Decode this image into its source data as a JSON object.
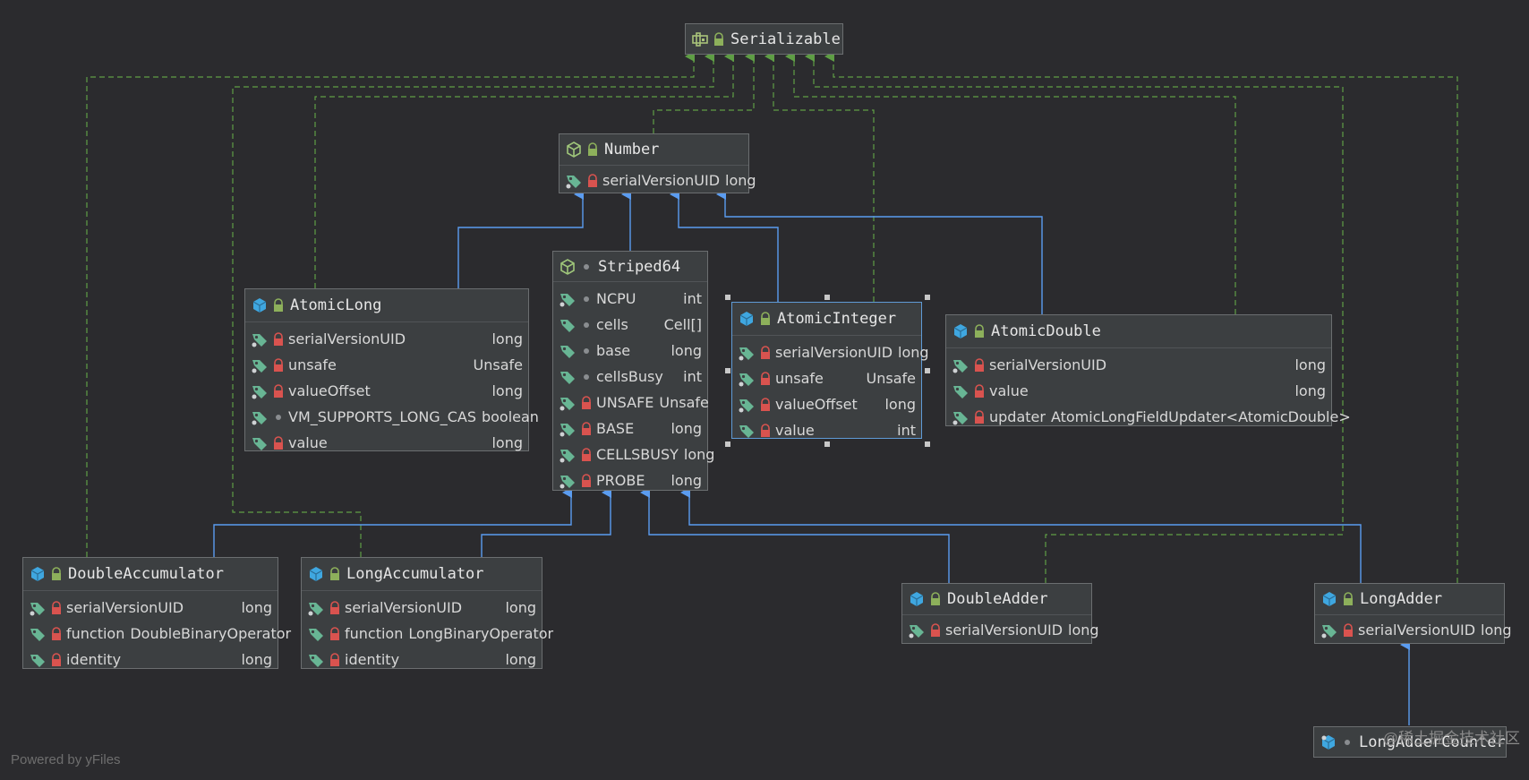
{
  "diagram": {
    "nodes": {
      "serializable": {
        "title": "Serializable",
        "kind": "interface",
        "modifier": "public"
      },
      "number": {
        "title": "Number",
        "kind": "abstract-class",
        "modifier": "public",
        "fields": [
          {
            "name": "serialVersionUID",
            "type": "long",
            "modifier": "private"
          }
        ]
      },
      "striped64": {
        "title": "Striped64",
        "kind": "abstract-class",
        "modifier": "package",
        "fields": [
          {
            "name": "NCPU",
            "type": "int",
            "modifier": "package"
          },
          {
            "name": "cells",
            "type": "Cell[]",
            "modifier": "package"
          },
          {
            "name": "base",
            "type": "long",
            "modifier": "package"
          },
          {
            "name": "cellsBusy",
            "type": "int",
            "modifier": "package"
          },
          {
            "name": "UNSAFE",
            "type": "Unsafe",
            "modifier": "private"
          },
          {
            "name": "BASE",
            "type": "long",
            "modifier": "private"
          },
          {
            "name": "CELLSBUSY",
            "type": "long",
            "modifier": "private"
          },
          {
            "name": "PROBE",
            "type": "long",
            "modifier": "private"
          }
        ]
      },
      "atomicLong": {
        "title": "AtomicLong",
        "kind": "class",
        "modifier": "public",
        "fields": [
          {
            "name": "serialVersionUID",
            "type": "long",
            "modifier": "private"
          },
          {
            "name": "unsafe",
            "type": "Unsafe",
            "modifier": "private"
          },
          {
            "name": "valueOffset",
            "type": "long",
            "modifier": "private"
          },
          {
            "name": "VM_SUPPORTS_LONG_CAS",
            "type": "boolean",
            "modifier": "package"
          },
          {
            "name": "value",
            "type": "long",
            "modifier": "private"
          }
        ]
      },
      "atomicInteger": {
        "title": "AtomicInteger",
        "kind": "class",
        "modifier": "public",
        "fields": [
          {
            "name": "serialVersionUID",
            "type": "long",
            "modifier": "private"
          },
          {
            "name": "unsafe",
            "type": "Unsafe",
            "modifier": "private"
          },
          {
            "name": "valueOffset",
            "type": "long",
            "modifier": "private"
          },
          {
            "name": "value",
            "type": "int",
            "modifier": "private"
          }
        ]
      },
      "atomicDouble": {
        "title": "AtomicDouble",
        "kind": "class",
        "modifier": "public",
        "fields": [
          {
            "name": "serialVersionUID",
            "type": "long",
            "modifier": "private"
          },
          {
            "name": "value",
            "type": "long",
            "modifier": "private"
          },
          {
            "name": "updater",
            "type": "AtomicLongFieldUpdater<AtomicDouble>",
            "modifier": "private"
          }
        ]
      },
      "doubleAccumulator": {
        "title": "DoubleAccumulator",
        "kind": "class",
        "modifier": "public",
        "fields": [
          {
            "name": "serialVersionUID",
            "type": "long",
            "modifier": "private"
          },
          {
            "name": "function",
            "type": "DoubleBinaryOperator",
            "modifier": "private"
          },
          {
            "name": "identity",
            "type": "long",
            "modifier": "private"
          }
        ]
      },
      "longAccumulator": {
        "title": "LongAccumulator",
        "kind": "class",
        "modifier": "public",
        "fields": [
          {
            "name": "serialVersionUID",
            "type": "long",
            "modifier": "private"
          },
          {
            "name": "function",
            "type": "LongBinaryOperator",
            "modifier": "private"
          },
          {
            "name": "identity",
            "type": "long",
            "modifier": "private"
          }
        ]
      },
      "doubleAdder": {
        "title": "DoubleAdder",
        "kind": "class",
        "modifier": "public",
        "fields": [
          {
            "name": "serialVersionUID",
            "type": "long",
            "modifier": "private"
          }
        ]
      },
      "longAdder": {
        "title": "LongAdder",
        "kind": "class",
        "modifier": "public",
        "fields": [
          {
            "name": "serialVersionUID",
            "type": "long",
            "modifier": "private"
          }
        ]
      },
      "longAdderCounter": {
        "title": "LongAdderCounter",
        "kind": "class",
        "modifier": "package"
      }
    },
    "footer_left": "Powered by yFiles",
    "watermark": "@稀土掘金技术社区",
    "colors": {
      "background": "#2b2b2e",
      "extends_edge": "#5b9cf0",
      "implements_edge": "#5f9e45",
      "class_icon": "#3fa7e0",
      "abstract_icon": "#9fc67a",
      "interface_icon": "#a9c37a",
      "field_icon": "#68b594",
      "lock_private": "#d9534f",
      "lock_public": "#8db05b"
    }
  }
}
